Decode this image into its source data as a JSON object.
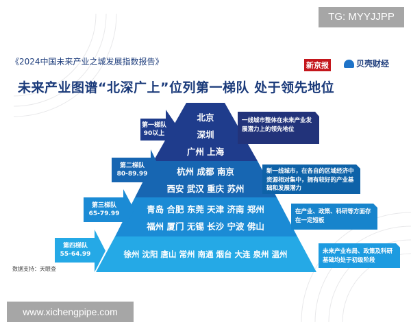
{
  "watermark_tag": "TG: MYYJJPP",
  "website": "www.xichengpipe.com",
  "report_title": "《2024中国未来产业之城发展指数报告》",
  "headline": "未来产业图谱“北深广上”位列第一梯队 处于领先地位",
  "logos": {
    "xjb": "新京报",
    "bk": "贝壳财经"
  },
  "source": "数据支持：天眼查",
  "colors": {
    "tier1": "#1f3c8c",
    "tier2": "#1766b2",
    "tier3": "#1b8bd5",
    "tier4": "#25a9e6",
    "title": "#1a3a7a"
  },
  "tiers": [
    {
      "name": "第一梯队",
      "range": "90以上",
      "rows": [
        "北京",
        "深圳",
        "广州 上海"
      ],
      "desc": "一线城市整体在未来产业发展潜力上的领先地位"
    },
    {
      "name": "第二梯队",
      "range": "80-89.99",
      "rows": [
        "杭州 成都 南京",
        "西安 武汉 重庆 苏州"
      ],
      "desc": "新一线城市，在各自的区域经济中资源相对集中，拥有较好的产业基础和发展潜力"
    },
    {
      "name": "第三梯队",
      "range": "65-79.99",
      "rows": [
        "青岛 合肥 东莞 天津 济南 郑州",
        "福州 厦门 无锡 长沙 宁波 佛山"
      ],
      "desc": "在产业、政策、科研等方面存在一定短板"
    },
    {
      "name": "第四梯队",
      "range": "55-64.99",
      "rows": [
        "徐州 沈阳 唐山 常州 南通 烟台 大连 泉州 温州"
      ],
      "desc": "未来产业布局、政策及科研基础均处于初级阶段"
    }
  ]
}
